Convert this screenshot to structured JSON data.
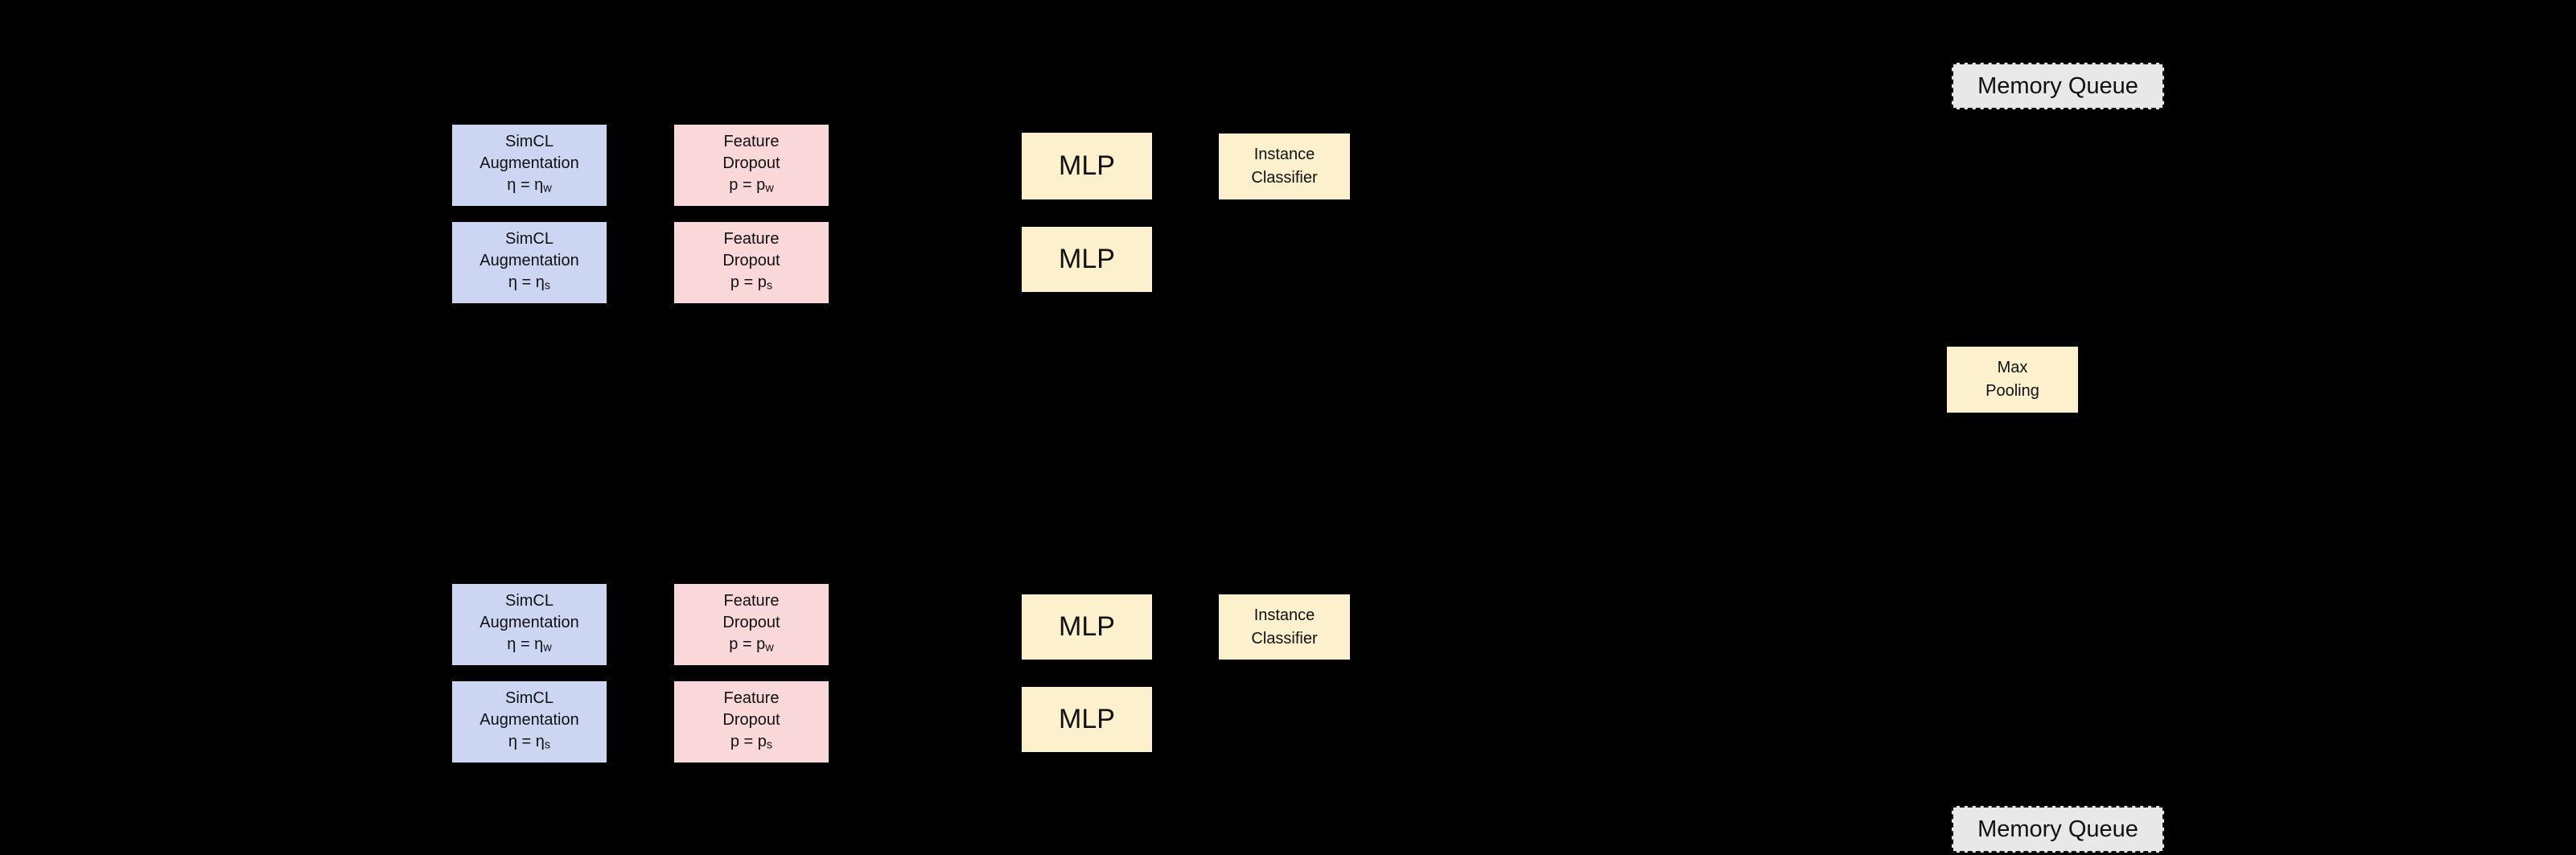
{
  "palette": {
    "background": "#000000",
    "augmentation_fill": "#ccd6f2",
    "dropout_fill": "#fad7d9",
    "module_fill": "#fdf0cd",
    "queue_fill": "#e8e8e8",
    "text": "#111111"
  },
  "blocks": {
    "memory_queue": "Memory Queue",
    "mlp": "MLP",
    "aug_weak": {
      "line1": "SimCL",
      "line2": "Augmentation",
      "eq_base": "η = η",
      "eq_sub": "w"
    },
    "aug_strong": {
      "line1": "SimCL",
      "line2": "Augmentation",
      "eq_base": "η = η",
      "eq_sub": "s"
    },
    "drop_weak": {
      "line1": "Feature",
      "line2": "Dropout",
      "eq_base": "p = p",
      "eq_sub": "w"
    },
    "drop_strong": {
      "line1": "Feature",
      "line2": "Dropout",
      "eq_base": "p = p",
      "eq_sub": "s"
    },
    "instance_classifier": {
      "line1": "Instance",
      "line2": "Classifier"
    },
    "max_pooling": {
      "line1": "Max",
      "line2": "Pooling"
    }
  }
}
